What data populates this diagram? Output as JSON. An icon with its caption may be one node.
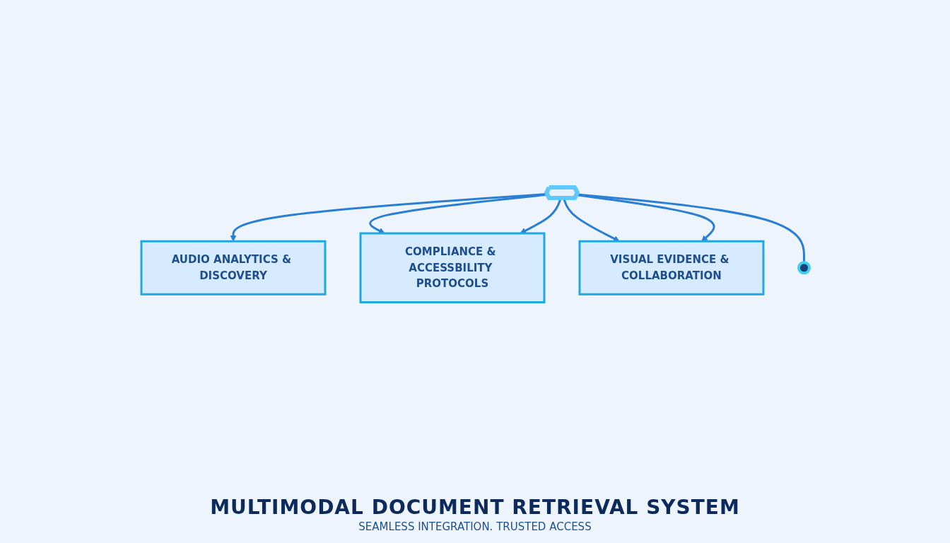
{
  "diagram": {
    "title": "MULTIMODAL DOCUMENT RETRIEVAL SYSTEM",
    "caption": "SEAMLESS INTEGRATION. TRUSTED ACCESS",
    "nodes": [
      {
        "text": [
          "AUDIO ANALYTICS & DISCOVERY"
        ]
      },
      {
        "text": [
          "COMPLIANCE & ACCESSBILITY PROTOCOLS"
        ]
      },
      {
        "text": [],
        "shape": "hexagon"
      },
      {
        "text": [
          "VISUAL EVIDENCE & COLLABORATION"
        ]
      },
      {
        "text": [],
        "shape": "circle"
      }
    ],
    "edges": [
      {
        "from": 2,
        "to": 0,
        "arrow": "to"
      },
      {
        "from": 2,
        "to": 1,
        "arrow": "to"
      },
      {
        "from": 2,
        "to": 1,
        "arrow": "to"
      },
      {
        "from": 2,
        "to": 3,
        "arrow": "to"
      },
      {
        "from": 2,
        "to": 3,
        "arrow": "to"
      },
      {
        "from": 2,
        "to": 4,
        "arrow": "none"
      }
    ]
  }
}
